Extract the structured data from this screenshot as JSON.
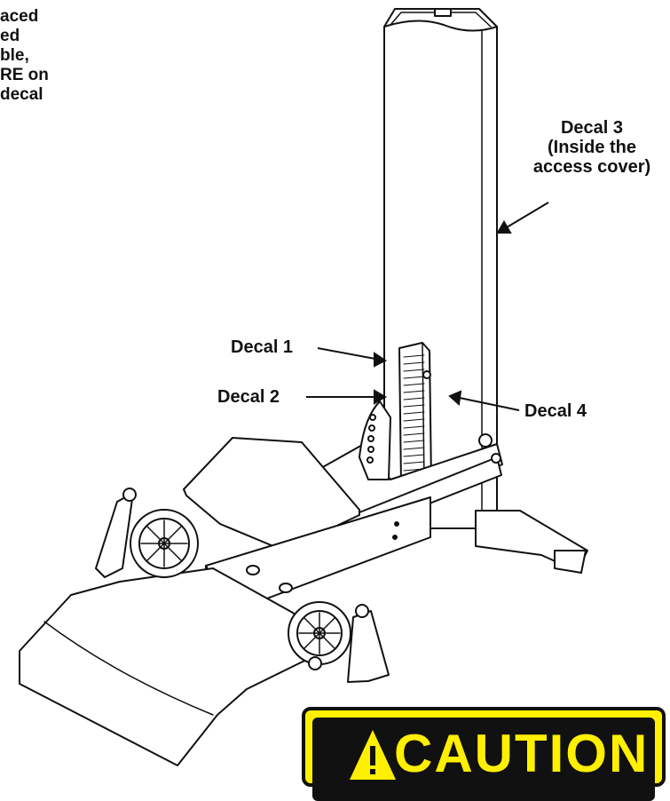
{
  "intro_text": [
    "aced",
    "ed",
    "ble,",
    "RE on",
    "decal"
  ],
  "labels": {
    "decal1": "Decal 1",
    "decal2": "Decal 2",
    "decal3": [
      "Decal 3",
      "(Inside the",
      "access cover)"
    ],
    "decal4": "Decal 4"
  },
  "caution": {
    "word": "CAUTION",
    "bg_color": "#ffef00",
    "ink_color": "#111111",
    "icon": "warning-triangle-icon"
  }
}
